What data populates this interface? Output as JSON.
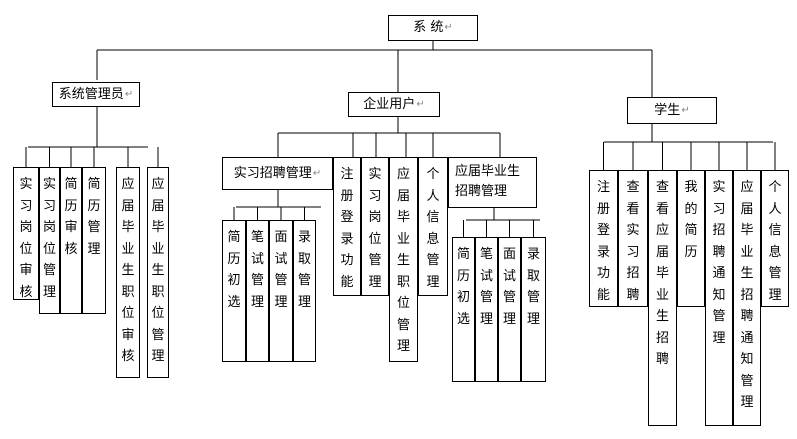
{
  "diagram": {
    "root": "系 统",
    "groups": [
      {
        "label": "系统管理员",
        "children": [
          "实习岗位审核",
          "实习岗位管理",
          "简历审核",
          "简历管理",
          "应届毕业生职位审核",
          "应届毕业生职位管理"
        ]
      },
      {
        "label": "企业用户",
        "children": [
          {
            "label": "实习招聘管理",
            "children": [
              "简历初选",
              "笔试管理",
              "面试管理",
              "录取管理"
            ]
          },
          {
            "label": "注册登录功能"
          },
          {
            "label": "实习岗位管理"
          },
          {
            "label": "应届毕业生职位管理"
          },
          {
            "label": "个人信息管理"
          },
          {
            "label": "应届毕业生招聘管理",
            "children": [
              "简历初选",
              "笔试管理",
              "面试管理",
              "录取管理"
            ]
          }
        ]
      },
      {
        "label": "学生",
        "children": [
          "注册登录功能",
          "查看实习招聘",
          "查看应届毕业生招聘",
          "我的简历",
          "实习招聘通知管理",
          "应届毕业生招聘通知管理",
          "个人信息管理"
        ]
      }
    ]
  }
}
